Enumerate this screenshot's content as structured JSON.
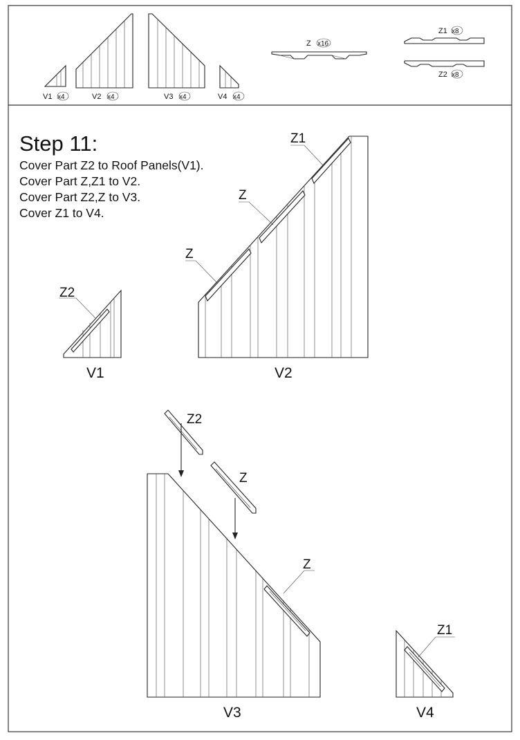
{
  "parts_header": {
    "panels": [
      {
        "name": "V1",
        "qty": "x4"
      },
      {
        "name": "V2",
        "qty": "x4"
      },
      {
        "name": "V3",
        "qty": "x4"
      },
      {
        "name": "V4",
        "qty": "x4"
      }
    ],
    "covers": [
      {
        "name": "Z",
        "qty": "x16"
      },
      {
        "name": "Z1",
        "qty": "x8"
      },
      {
        "name": "Z2",
        "qty": "x8"
      }
    ]
  },
  "step": {
    "title": "Step 11:",
    "lines": [
      "Cover Part Z2 to Roof Panels(V1).",
      "Cover Part Z,Z1 to V2.",
      "Cover Part Z2,Z to V3.",
      "Cover Z1 to V4."
    ]
  },
  "figures": {
    "v1": {
      "label": "V1",
      "callout": "Z2"
    },
    "v2": {
      "label": "V2",
      "callouts": [
        "Z1",
        "Z",
        "Z"
      ]
    },
    "v3": {
      "label": "V3",
      "callouts": [
        "Z2",
        "Z",
        "Z"
      ]
    },
    "v4": {
      "label": "V4",
      "callout": "Z1"
    }
  }
}
